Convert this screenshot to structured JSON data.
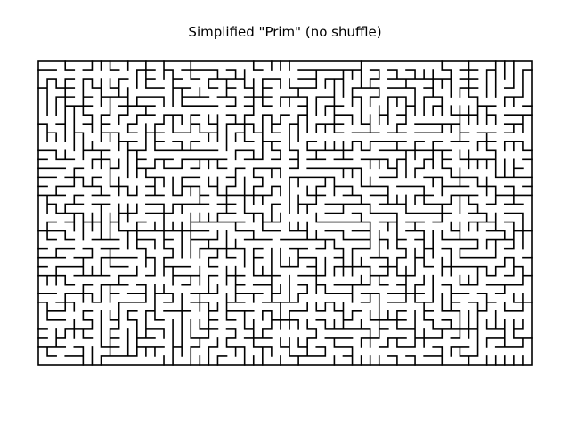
{
  "title": "Simplified \"Prim\" (no shuffle)",
  "maze": {
    "cols": 55,
    "rows": 34,
    "wall_color": "#000000",
    "background_color": "#ffffff",
    "generator": "prim-no-shuffle"
  }
}
